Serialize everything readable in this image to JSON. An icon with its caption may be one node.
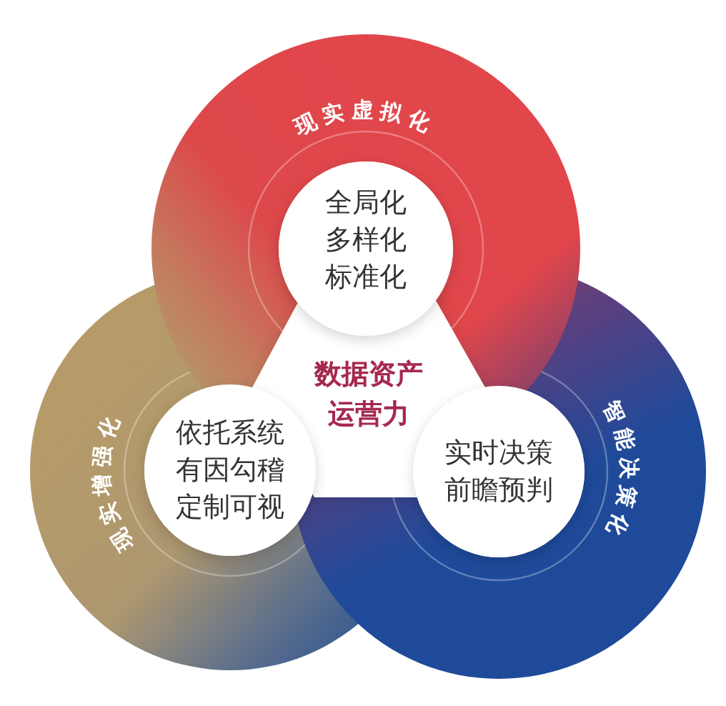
{
  "diagram": {
    "nodes": [
      {
        "text": [
          "现实虚拟化"
        ]
      },
      {
        "text": [
          "全局化",
          "多样化",
          "标准化"
        ],
        "in": 0
      },
      {
        "text": [
          "现实增强化"
        ]
      },
      {
        "text": [
          "依托系统",
          "有因勾稽",
          "定制可视"
        ],
        "in": 2
      },
      {
        "text": [
          "数据资产运营力"
        ]
      },
      {
        "text": [
          "智能决策化"
        ]
      },
      {
        "text": [
          "实时决策",
          "前瞻预判"
        ],
        "in": 5
      }
    ]
  }
}
